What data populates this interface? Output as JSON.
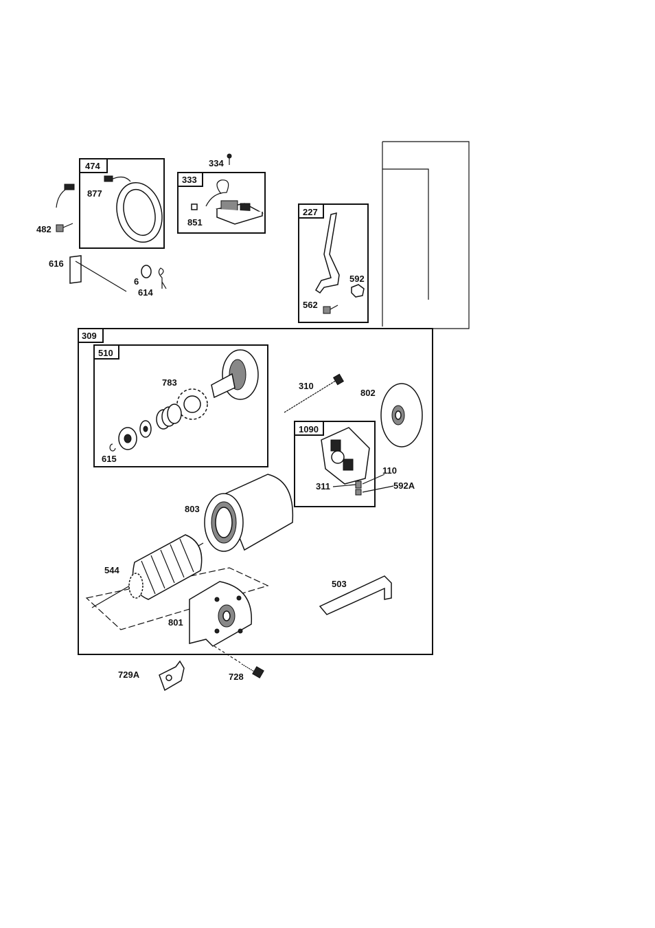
{
  "boxes": {
    "b474": "474",
    "b333": "333",
    "b227": "227",
    "b309": "309",
    "b510": "510",
    "b1090": "1090"
  },
  "parts": {
    "p334": "334",
    "p877": "877",
    "p482": "482",
    "p851": "851",
    "p616": "616",
    "p6": "6",
    "p614": "614",
    "p592": "592",
    "p562": "562",
    "p783": "783",
    "p615": "615",
    "p310": "310",
    "p802": "802",
    "p110": "110",
    "p311": "311",
    "p592A": "592A",
    "p803": "803",
    "p544": "544",
    "p503": "503",
    "p801": "801",
    "p729A": "729A",
    "p728": "728"
  }
}
